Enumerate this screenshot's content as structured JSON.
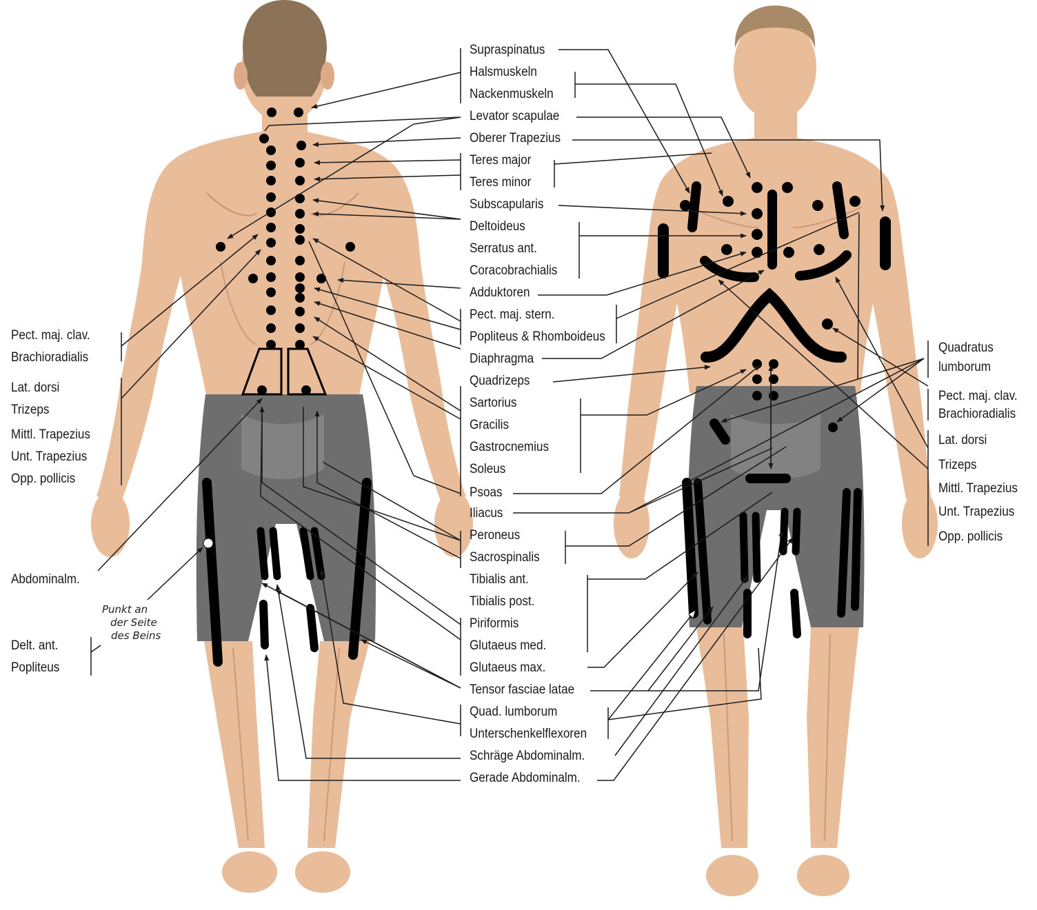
{
  "center_labels": [
    "Supraspinatus",
    "Halsmuskeln",
    "Nackenmuskeln",
    "Levator scapulae",
    "Oberer Trapezius",
    "Teres major",
    "Teres minor",
    "Subscapularis",
    "Deltoideus",
    "Serratus ant.",
    "Coracobrachialis",
    "Adduktoren",
    "Pect. maj. stern.",
    "Popliteus & Rhomboideus",
    "Diaphragma",
    "Quadrizeps",
    "Sartorius",
    "Gracilis",
    "Gastrocnemius",
    "Soleus",
    "Psoas",
    "Iliacus",
    "Peroneus",
    "Sacrospinalis",
    "Tibialis ant.",
    "Tibialis post.",
    "Piriformis",
    "Glutaeus med.",
    "Glutaeus max.",
    "Tensor fasciae latae",
    "Quad. lumborum",
    "Unterschenkelflexoren",
    "Schräge Abdominalm.",
    "Gerade Abdominalm."
  ],
  "left_labels": [
    "Pect. maj. clav.",
    "Brachioradialis",
    "Lat. dorsi",
    "Trizeps",
    "Mittl. Trapezius",
    "Unt. Trapezius",
    "Opp. pollicis",
    "Abdominalm.",
    "Delt. ant.",
    "Popliteus"
  ],
  "right_labels": [
    "Quadratus",
    "lumborum",
    "Pect. maj. clav.",
    "Brachioradialis",
    "Lat. dorsi",
    "Trizeps",
    "Mittl. Trapezius",
    "Unt. Trapezius",
    "Opp. pollicis"
  ],
  "side_note": [
    "Punkt an",
    "der Seite",
    "des Beins"
  ],
  "colors": {
    "skin": "#e9bc9a",
    "skin_shadow": "#d9a27e",
    "hair": "#8c7358",
    "shorts": "#6e6e6e",
    "shorts_light": "#8a8a8a",
    "marker": "#000000",
    "line": "#1a1a1a",
    "bone_sketch": "#b07a5a"
  },
  "figures": [
    "back-view-figure",
    "front-view-figure"
  ]
}
